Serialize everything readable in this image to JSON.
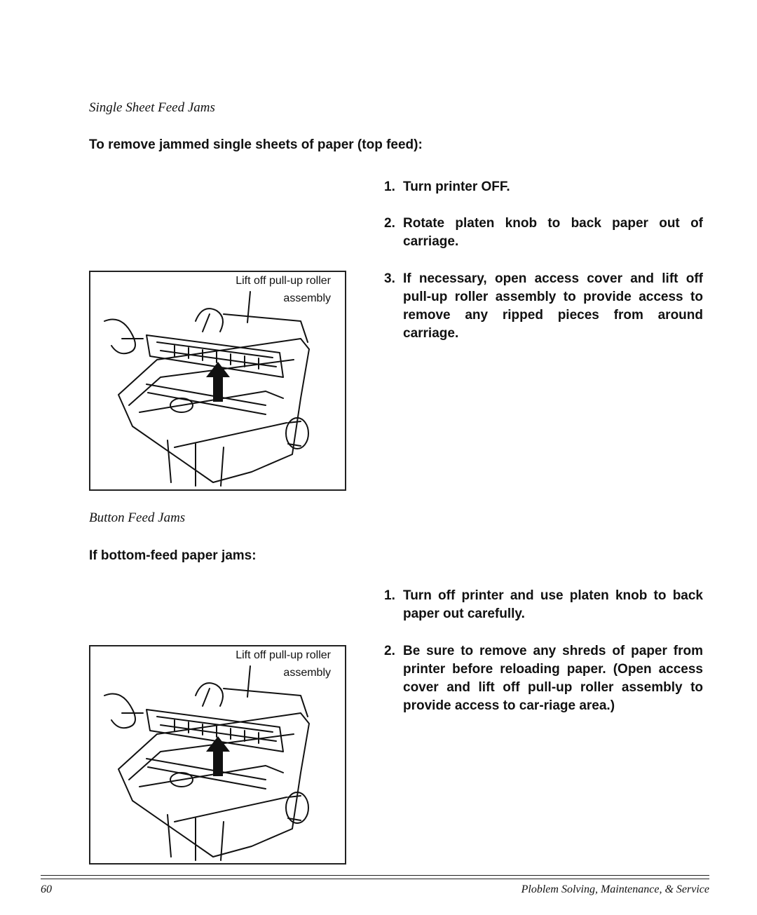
{
  "section1": {
    "title": "Single Sheet Feed Jams",
    "heading": "To remove jammed single sheets of paper (top feed):",
    "steps": [
      {
        "num": "1.",
        "text": "Turn printer OFF."
      },
      {
        "num": "2.",
        "text": "Rotate platen knob to back paper out of carriage."
      },
      {
        "num": "3.",
        "text": "If necessary, open access cover and lift off pull-up roller assembly to provide access to remove any ripped pieces from around carriage."
      }
    ],
    "figure_caption_line1": "Lift off pull-up roller",
    "figure_caption_line2": "assembly"
  },
  "section2": {
    "title": "Button Feed Jams",
    "heading": "If bottom-feed paper jams:",
    "steps": [
      {
        "num": "1.",
        "text": "Turn off printer and use platen knob to back paper out carefully."
      },
      {
        "num": "2.",
        "text": "Be sure to remove any shreds of paper from printer before reloading paper. (Open access cover and lift off pull-up roller assembly to provide access to car-riage area.)"
      }
    ],
    "figure_caption_line1": "Lift off pull-up roller",
    "figure_caption_line2": "assembly"
  },
  "footer": {
    "page_number": "60",
    "chapter": "Ploblem Solving, Maintenance, & Service"
  }
}
